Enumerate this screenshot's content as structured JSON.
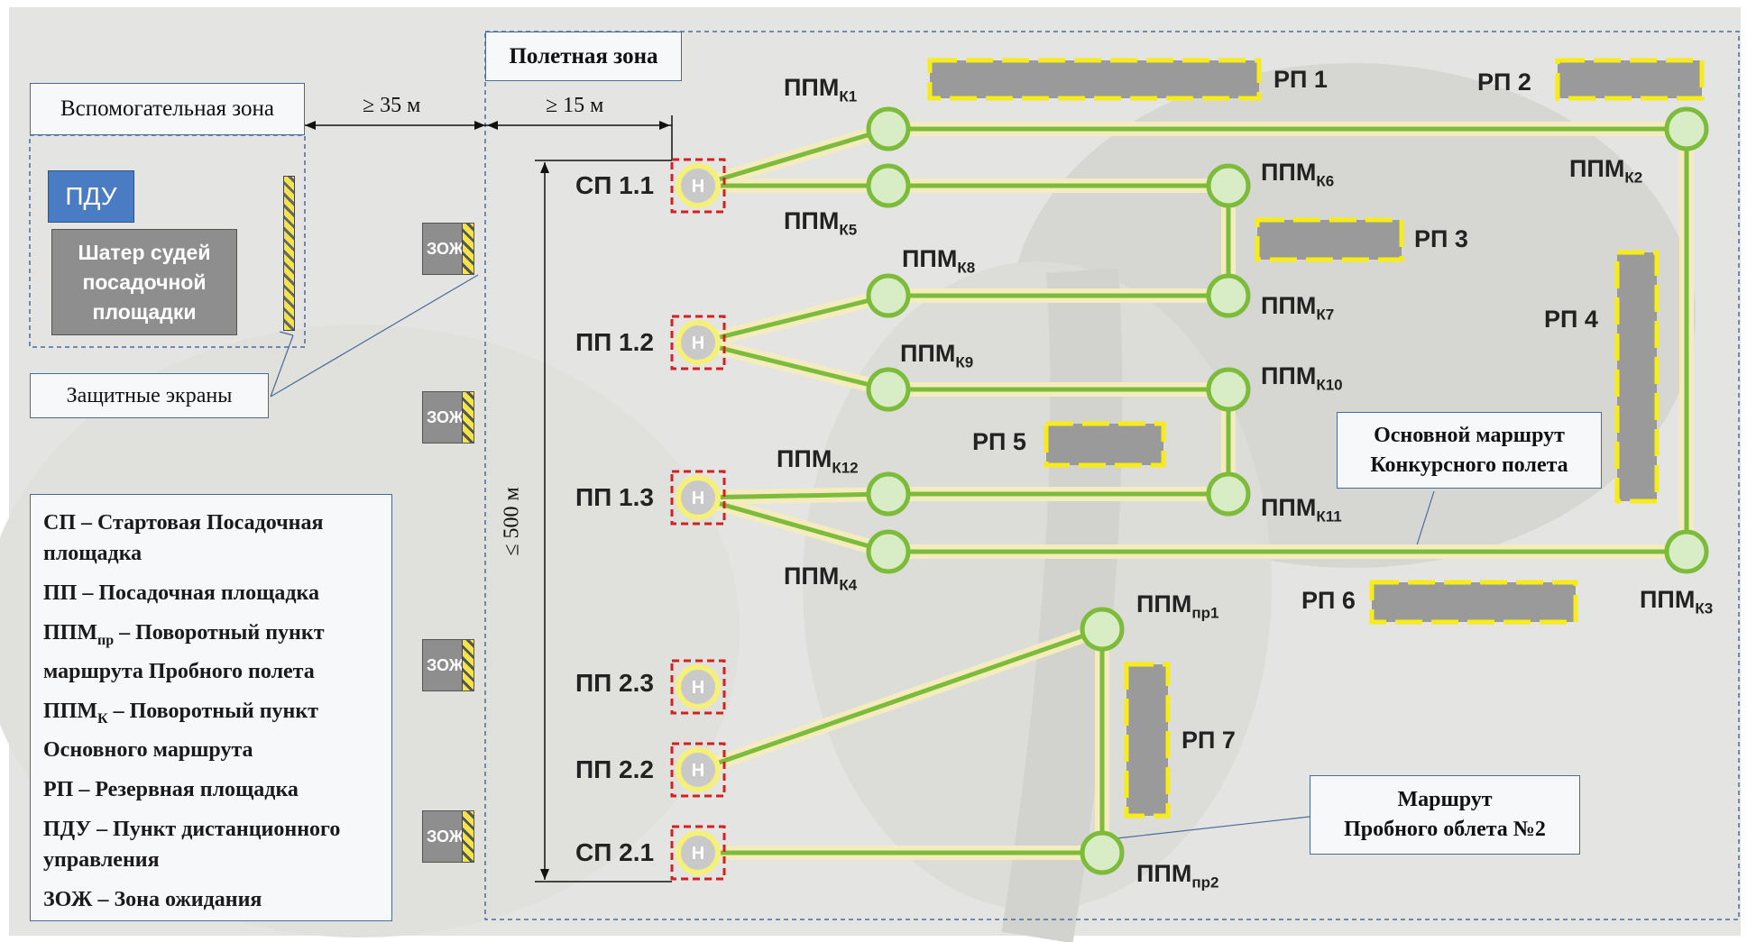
{
  "zones": {
    "aux": "Вспомогательная зона",
    "flight": "Полетная зона"
  },
  "pdu": "ПДУ",
  "tent": "Шатер судей посадочной площадки",
  "screens": "Защитные экраны",
  "zoj": "ЗОЖ",
  "dims": {
    "d35": "≥ 35 м",
    "d15": "≥ 15 м",
    "d500": "≤ 500 м"
  },
  "pads": {
    "sp11": "СП 1.1",
    "pp12": "ПП 1.2",
    "pp13": "ПП 1.3",
    "pp23": "ПП 2.3",
    "pp22": "ПП 2.2",
    "sp21": "СП 2.1",
    "h": "H"
  },
  "ppm": {
    "base": "ППМ",
    "k1": "К1",
    "k2": "К2",
    "k3": "К3",
    "k4": "К4",
    "k5": "К5",
    "k6": "К6",
    "k7": "К7",
    "k8": "К8",
    "k9": "К9",
    "k10": "К10",
    "k11": "К11",
    "k12": "К12",
    "pr1": "пр1",
    "pr2": "пр2"
  },
  "rp": {
    "rp1": "РП 1",
    "rp2": "РП 2",
    "rp3": "РП 3",
    "rp4": "РП 4",
    "rp5": "РП 5",
    "rp6": "РП 6",
    "rp7": "РП 7"
  },
  "callouts": {
    "main_route": [
      "Основной маршрут",
      "Конкурсного полета"
    ],
    "test_route": [
      "Маршрут",
      "Пробного облета №2"
    ]
  },
  "legend": {
    "sp": "СП – Стартовая Посадочная площадка",
    "pp": "ПП – Посадочная площадка",
    "ppmpr_a": "ППМ",
    "ppmpr_sub": "пр",
    "ppmpr_b": " – Поворотный пункт маршрута Пробного полета",
    "ppmk_a": "ППМ",
    "ppmk_sub": "К",
    "ppmk_b": " – Поворотный пункт Основного маршрута",
    "rp": "РП – Резервная площадка",
    "pdu": "ПДУ – Пункт дистанционного управления",
    "zoj": "ЗОЖ – Зона ожидания"
  },
  "colors": {
    "route": "#7dbb3a",
    "route_glow": "#f4ecbf",
    "node_fill": "#d8ecc6",
    "pad_yellow": "#f5f07a",
    "pad_red": "#d42020",
    "rp_fill": "#9a9a9a",
    "rp_dash": "#f7ec17",
    "pdu": "#4a7cc4"
  }
}
